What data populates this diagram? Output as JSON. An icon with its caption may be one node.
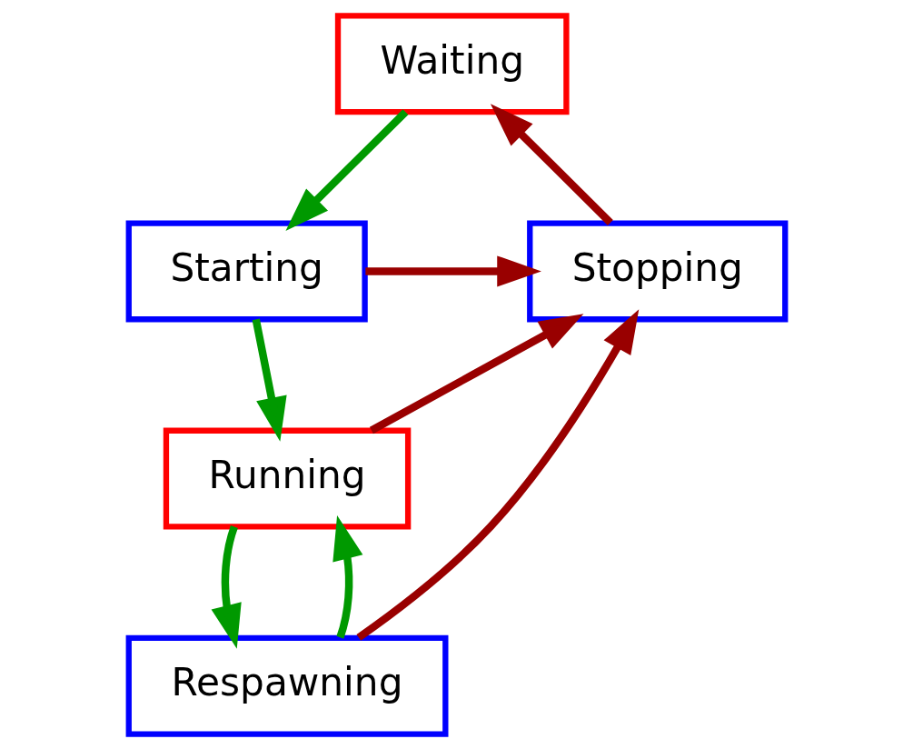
{
  "diagram": {
    "nodes": [
      {
        "text": [
          "Waiting"
        ]
      },
      {
        "text": [
          "Stopping"
        ]
      },
      {
        "text": [
          "Starting"
        ]
      },
      {
        "text": [
          "Running"
        ]
      },
      {
        "text": [
          "Respawning"
        ]
      }
    ],
    "edges": [
      {
        "from": 0,
        "to": 2,
        "arrow": "to",
        "color": "#009900"
      },
      {
        "from": 2,
        "to": 1,
        "arrow": "to",
        "color": "#990000"
      },
      {
        "from": 1,
        "to": 0,
        "arrow": "to",
        "color": "#990000"
      },
      {
        "from": 2,
        "to": 3,
        "arrow": "to",
        "color": "#009900"
      },
      {
        "from": 3,
        "to": 1,
        "arrow": "to",
        "color": "#990000"
      },
      {
        "from": 3,
        "to": 4,
        "arrow": "to",
        "color": "#009900"
      },
      {
        "from": 4,
        "to": 3,
        "arrow": "to",
        "color": "#009900"
      },
      {
        "from": 4,
        "to": 1,
        "arrow": "to",
        "color": "#990000"
      }
    ]
  }
}
